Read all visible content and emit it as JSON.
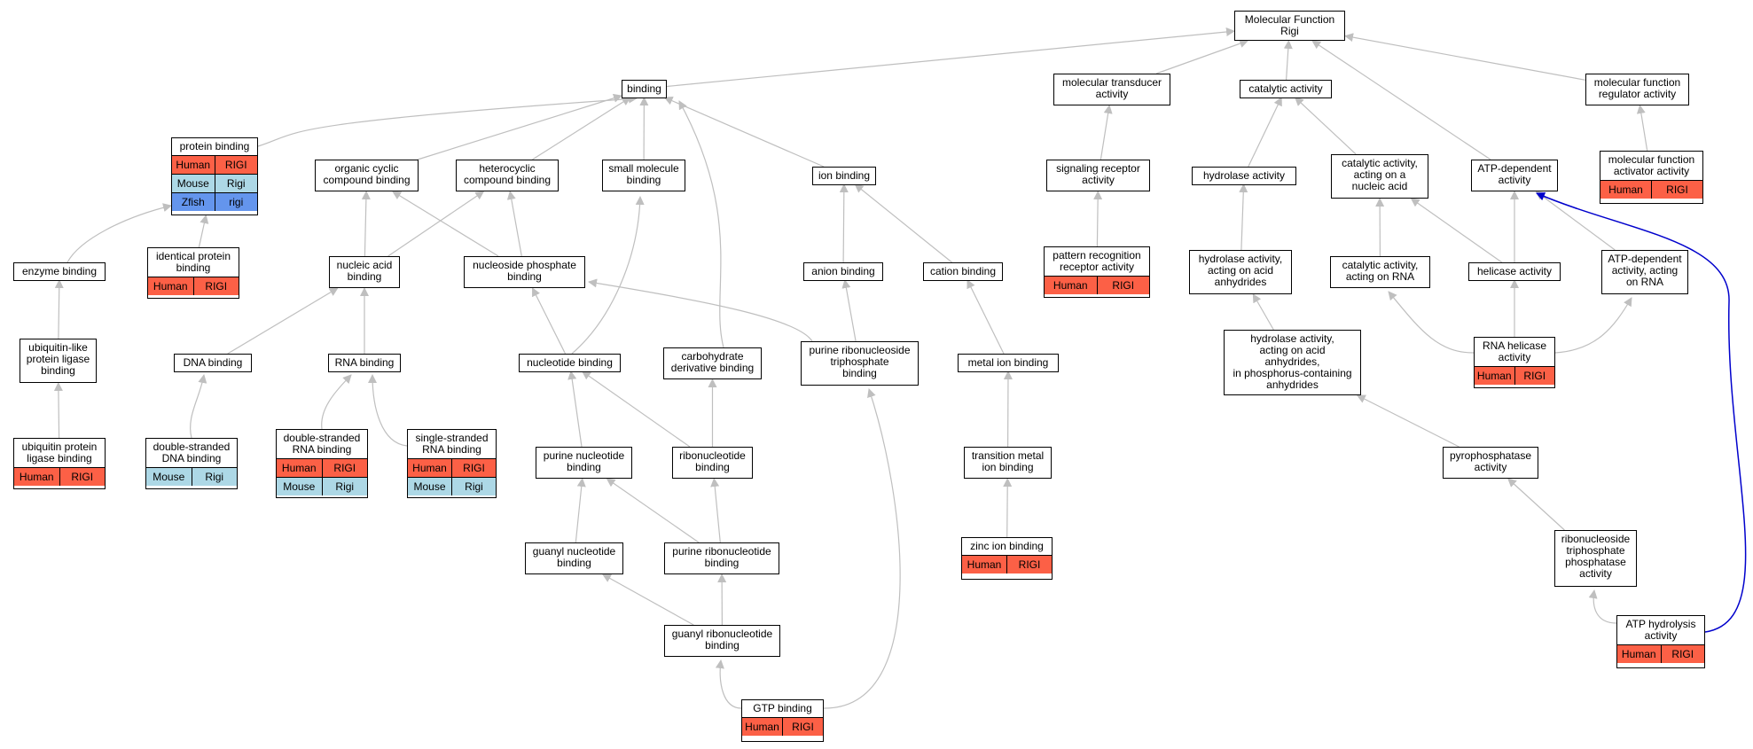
{
  "colors": {
    "human": "#fc6046",
    "mouse": "#add8e6",
    "zfish": "#6495ed",
    "edge": "#bfbfbf",
    "highlight": "#0000cc"
  },
  "nodes": {
    "mf": {
      "title": "Molecular Function\nRigi",
      "rows": []
    },
    "binding": {
      "title": "binding",
      "rows": []
    },
    "mol_transducer": {
      "title": "molecular transducer\nactivity",
      "rows": []
    },
    "catalytic": {
      "title": "catalytic activity",
      "rows": []
    },
    "mf_regulator": {
      "title": "molecular function\nregulator activity",
      "rows": []
    },
    "protein_binding": {
      "title": "protein binding",
      "rows": [
        {
          "cls": "human",
          "a": "Human",
          "b": "RIGI"
        },
        {
          "cls": "mouse",
          "a": "Mouse",
          "b": "Rigi"
        },
        {
          "cls": "zfish",
          "a": "Zfish",
          "b": "rigi"
        }
      ]
    },
    "organic_cyclic": {
      "title": "organic cyclic\ncompound binding",
      "rows": []
    },
    "heterocyclic": {
      "title": "heterocyclic\ncompound binding",
      "rows": []
    },
    "small_molecule": {
      "title": "small molecule\nbinding",
      "rows": []
    },
    "ion_binding": {
      "title": "ion binding",
      "rows": []
    },
    "signaling_receptor": {
      "title": "signaling receptor\nactivity",
      "rows": []
    },
    "hydrolase": {
      "title": "hydrolase activity",
      "rows": []
    },
    "cat_nucleic": {
      "title": "catalytic activity,\nacting on a\nnucleic acid",
      "rows": []
    },
    "atp_dependent": {
      "title": "ATP-dependent\nactivity",
      "rows": []
    },
    "mf_activator": {
      "title": "molecular function\nactivator activity",
      "rows": [
        {
          "cls": "human",
          "a": "Human",
          "b": "RIGI"
        }
      ]
    },
    "enzyme_binding": {
      "title": "enzyme binding",
      "rows": []
    },
    "identical_protein": {
      "title": "identical protein\nbinding",
      "rows": [
        {
          "cls": "human",
          "a": "Human",
          "b": "RIGI"
        }
      ]
    },
    "nucleic_acid": {
      "title": "nucleic acid\nbinding",
      "rows": []
    },
    "nucleoside_phosphate": {
      "title": "nucleoside phosphate\nbinding",
      "rows": []
    },
    "anion_binding": {
      "title": "anion binding",
      "rows": []
    },
    "cation_binding": {
      "title": "cation binding",
      "rows": []
    },
    "pattern_recognition": {
      "title": "pattern recognition\nreceptor activity",
      "rows": [
        {
          "cls": "human",
          "a": "Human",
          "b": "RIGI"
        }
      ]
    },
    "hydrolase_anhydrides": {
      "title": "hydrolase activity,\nacting on acid\nanhydrides",
      "rows": []
    },
    "cat_rna": {
      "title": "catalytic activity,\nacting on RNA",
      "rows": []
    },
    "helicase": {
      "title": "helicase activity",
      "rows": []
    },
    "atp_dep_rna": {
      "title": "ATP-dependent\nactivity, acting\non RNA",
      "rows": []
    },
    "ubiquitin_like": {
      "title": "ubiquitin-like\nprotein ligase\nbinding",
      "rows": []
    },
    "dna_binding": {
      "title": "DNA binding",
      "rows": []
    },
    "rna_binding": {
      "title": "RNA binding",
      "rows": []
    },
    "nucleotide_binding": {
      "title": "nucleotide binding",
      "rows": []
    },
    "carbohydrate": {
      "title": "carbohydrate\nderivative binding",
      "rows": []
    },
    "purine_ribo_tp": {
      "title": "purine ribonucleoside\ntriphosphate\nbinding",
      "rows": []
    },
    "metal_ion": {
      "title": "metal ion binding",
      "rows": []
    },
    "hydrolase_phospho": {
      "title": "hydrolase activity,\nacting on acid\nanhydrides,\nin phosphorus-containing\nanhydrides",
      "rows": []
    },
    "rna_helicase": {
      "title": "RNA helicase\nactivity",
      "rows": [
        {
          "cls": "human",
          "a": "Human",
          "b": "RIGI"
        }
      ]
    },
    "ubiquitin_protein": {
      "title": "ubiquitin protein\nligase binding",
      "rows": [
        {
          "cls": "human",
          "a": "Human",
          "b": "RIGI"
        }
      ]
    },
    "ds_dna": {
      "title": "double-stranded\nDNA binding",
      "rows": [
        {
          "cls": "mouse",
          "a": "Mouse",
          "b": "Rigi"
        }
      ]
    },
    "ds_rna": {
      "title": "double-stranded\nRNA binding",
      "rows": [
        {
          "cls": "human",
          "a": "Human",
          "b": "RIGI"
        },
        {
          "cls": "mouse",
          "a": "Mouse",
          "b": "Rigi"
        }
      ]
    },
    "ss_rna": {
      "title": "single-stranded\nRNA binding",
      "rows": [
        {
          "cls": "human",
          "a": "Human",
          "b": "RIGI"
        },
        {
          "cls": "mouse",
          "a": "Mouse",
          "b": "Rigi"
        }
      ]
    },
    "purine_nucleotide": {
      "title": "purine nucleotide\nbinding",
      "rows": []
    },
    "ribonucleotide": {
      "title": "ribonucleotide\nbinding",
      "rows": []
    },
    "transition_metal": {
      "title": "transition metal\nion binding",
      "rows": []
    },
    "pyrophosphatase": {
      "title": "pyrophosphatase\nactivity",
      "rows": []
    },
    "guanyl_nucleotide": {
      "title": "guanyl nucleotide\nbinding",
      "rows": []
    },
    "purine_ribonucleotide": {
      "title": "purine ribonucleotide\nbinding",
      "rows": []
    },
    "zinc_ion": {
      "title": "zinc ion binding",
      "rows": [
        {
          "cls": "human",
          "a": "Human",
          "b": "RIGI"
        }
      ]
    },
    "ribo_tp_phosphatase": {
      "title": "ribonucleoside\ntriphosphate\nphosphatase\nactivity",
      "rows": []
    },
    "guanyl_ribonucleotide": {
      "title": "guanyl ribonucleotide\nbinding",
      "rows": []
    },
    "atp_hydrolysis": {
      "title": "ATP hydrolysis\nactivity",
      "rows": [
        {
          "cls": "human",
          "a": "Human",
          "b": "RIGI"
        }
      ]
    },
    "gtp_binding": {
      "title": "GTP binding",
      "rows": [
        {
          "cls": "human",
          "a": "Human",
          "b": "RIGI"
        }
      ]
    }
  }
}
